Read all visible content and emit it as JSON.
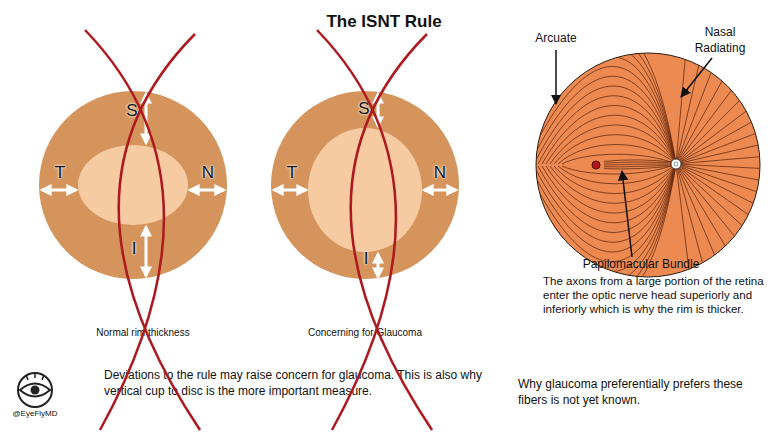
{
  "diagram": {
    "title": "The ISNT Rule",
    "nodes": [
      {
        "text": [
          "S",
          "T",
          "N",
          "I"
        ]
      },
      {
        "text": [
          "S",
          "T",
          "N",
          "I"
        ]
      }
    ],
    "labels": [
      "Normal rim thickness",
      "Concerning for Glaucoma",
      "Arcuate",
      "Nasal Radiating",
      "Papilomacular Bundle",
      "The axons from a large portion of the retina enter the optic nerve head superiorly and inferiorly which is why the rim is thicker.",
      "Deviations to the rule may raise concern for glaucoma. This is also why vertical cup to disc is the more important measure.",
      "Why glaucoma preferentially prefers these fibers is not yet known.",
      "@EyeFlyMD"
    ]
  }
}
